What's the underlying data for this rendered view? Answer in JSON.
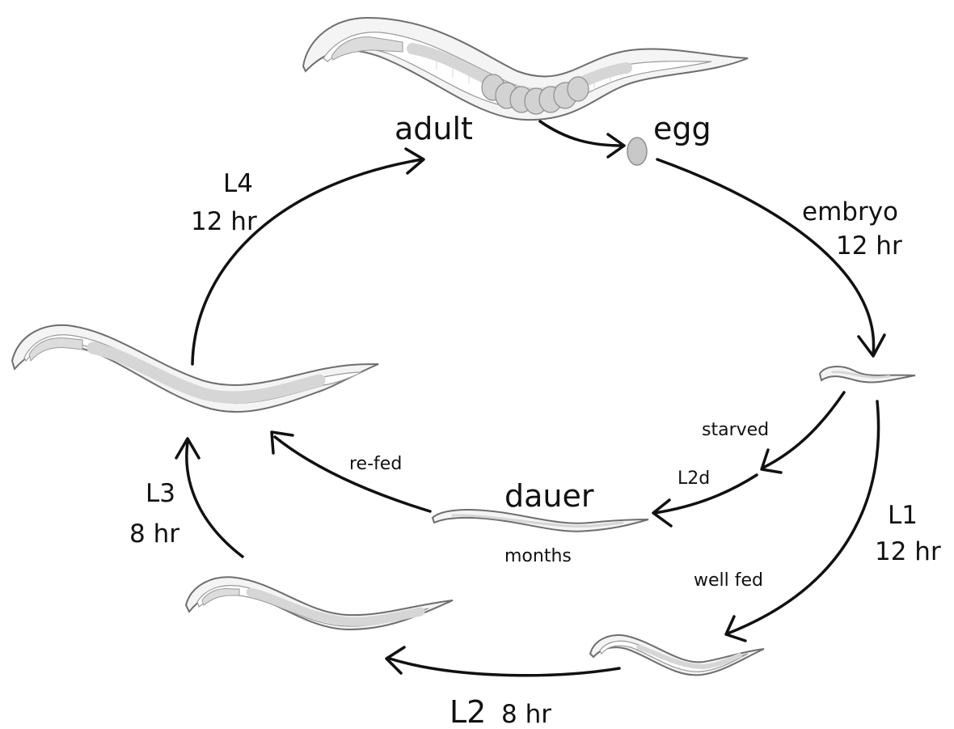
{
  "stages": {
    "adult": "adult",
    "egg": "egg",
    "embryo": "embryo",
    "embryo_time": "12 hr",
    "l1": "L1",
    "l1_time": "12 hr",
    "l2": "L2",
    "l2_time": "8 hr",
    "l3": "L3",
    "l3_time": "8 hr",
    "l4": "L4",
    "l4_time": "12 hr",
    "dauer": "dauer",
    "dauer_time": "months"
  },
  "conditions": {
    "starved": "starved",
    "l2d": "L2d",
    "well_fed": "well fed",
    "re_fed": "re-fed"
  },
  "colors": {
    "arrow": "#111111",
    "worm_outline": "#6e6e6e",
    "worm_fill": "#f4f4f4",
    "gut": "#d6d6d6"
  }
}
